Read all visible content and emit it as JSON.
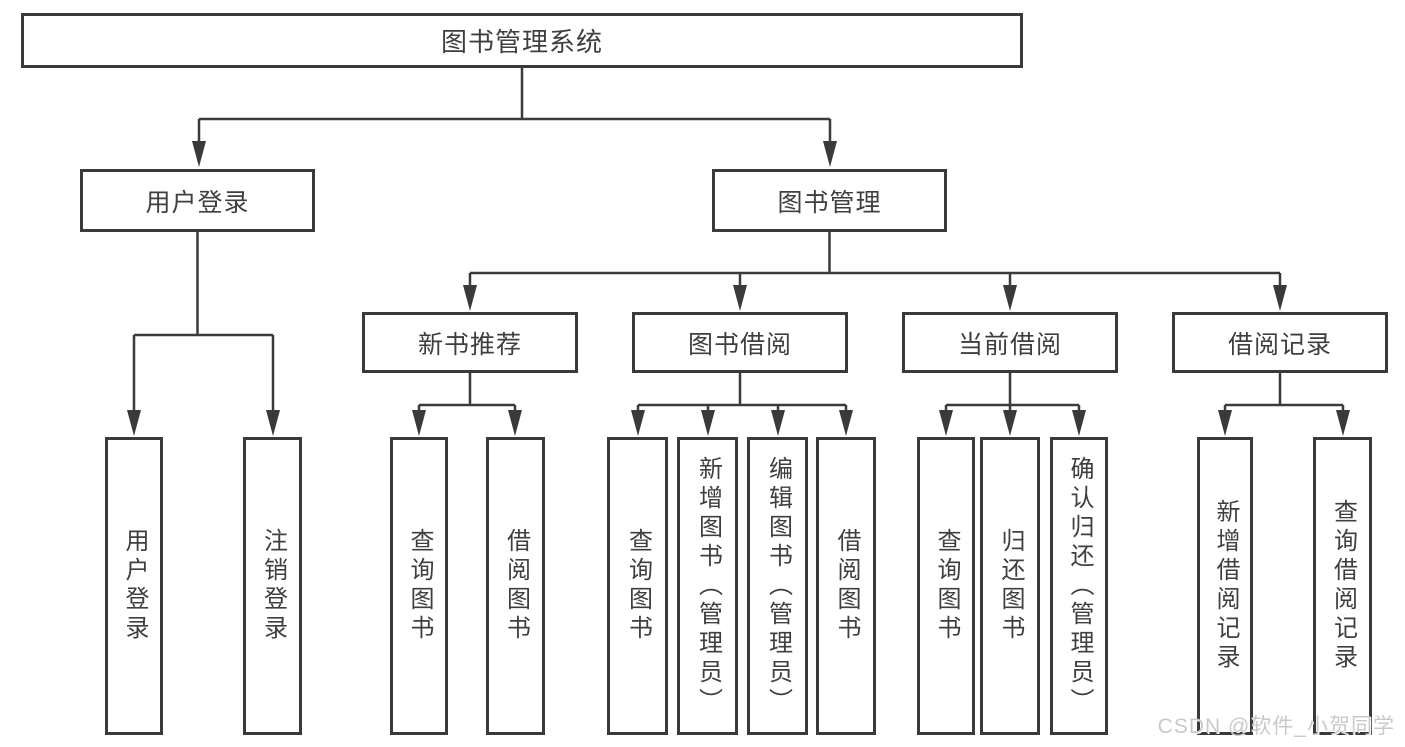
{
  "diagram": {
    "title": "图书管理系统",
    "root": {
      "label": "图书管理系统"
    },
    "level2": [
      {
        "id": "user-login",
        "label": "用户登录"
      },
      {
        "id": "book-management",
        "label": "图书管理"
      }
    ],
    "level3": [
      {
        "id": "new-book-recommend",
        "label": "新书推荐"
      },
      {
        "id": "book-borrow",
        "label": "图书借阅"
      },
      {
        "id": "current-borrow",
        "label": "当前借阅"
      },
      {
        "id": "borrow-record",
        "label": "借阅记录"
      }
    ],
    "leaves": [
      {
        "id": "leaf-user-login",
        "parent": "user-login",
        "label": "用户登录"
      },
      {
        "id": "leaf-logout",
        "parent": "user-login",
        "label": "注销登录"
      },
      {
        "id": "leaf-query-book-recommend",
        "parent": "new-book-recommend",
        "label": "查询图书"
      },
      {
        "id": "leaf-borrow-book-recommend",
        "parent": "new-book-recommend",
        "label": "借阅图书"
      },
      {
        "id": "leaf-query-book-borrow",
        "parent": "book-borrow",
        "label": "查询图书"
      },
      {
        "id": "leaf-add-book-admin",
        "parent": "book-borrow",
        "label": "新增图书（管理员）"
      },
      {
        "id": "leaf-edit-book-admin",
        "parent": "book-borrow",
        "label": "编辑图书（管理员）"
      },
      {
        "id": "leaf-borrow-book",
        "parent": "book-borrow",
        "label": "借阅图书"
      },
      {
        "id": "leaf-query-book-current",
        "parent": "current-borrow",
        "label": "查询图书"
      },
      {
        "id": "leaf-return-book",
        "parent": "current-borrow",
        "label": "归还图书"
      },
      {
        "id": "leaf-confirm-return-admin",
        "parent": "current-borrow",
        "label": "确认归还（管理员）"
      },
      {
        "id": "leaf-add-borrow-record",
        "parent": "borrow-record",
        "label": "新增借阅记录"
      },
      {
        "id": "leaf-query-borrow-record",
        "parent": "borrow-record",
        "label": "查询借阅记录"
      }
    ],
    "colors": {
      "line": "#3a3a3a",
      "text": "#3f3f3f",
      "background": "#ffffff",
      "watermark": "#c9c9c9"
    },
    "watermark": "CSDN @软件_小贺同学"
  }
}
